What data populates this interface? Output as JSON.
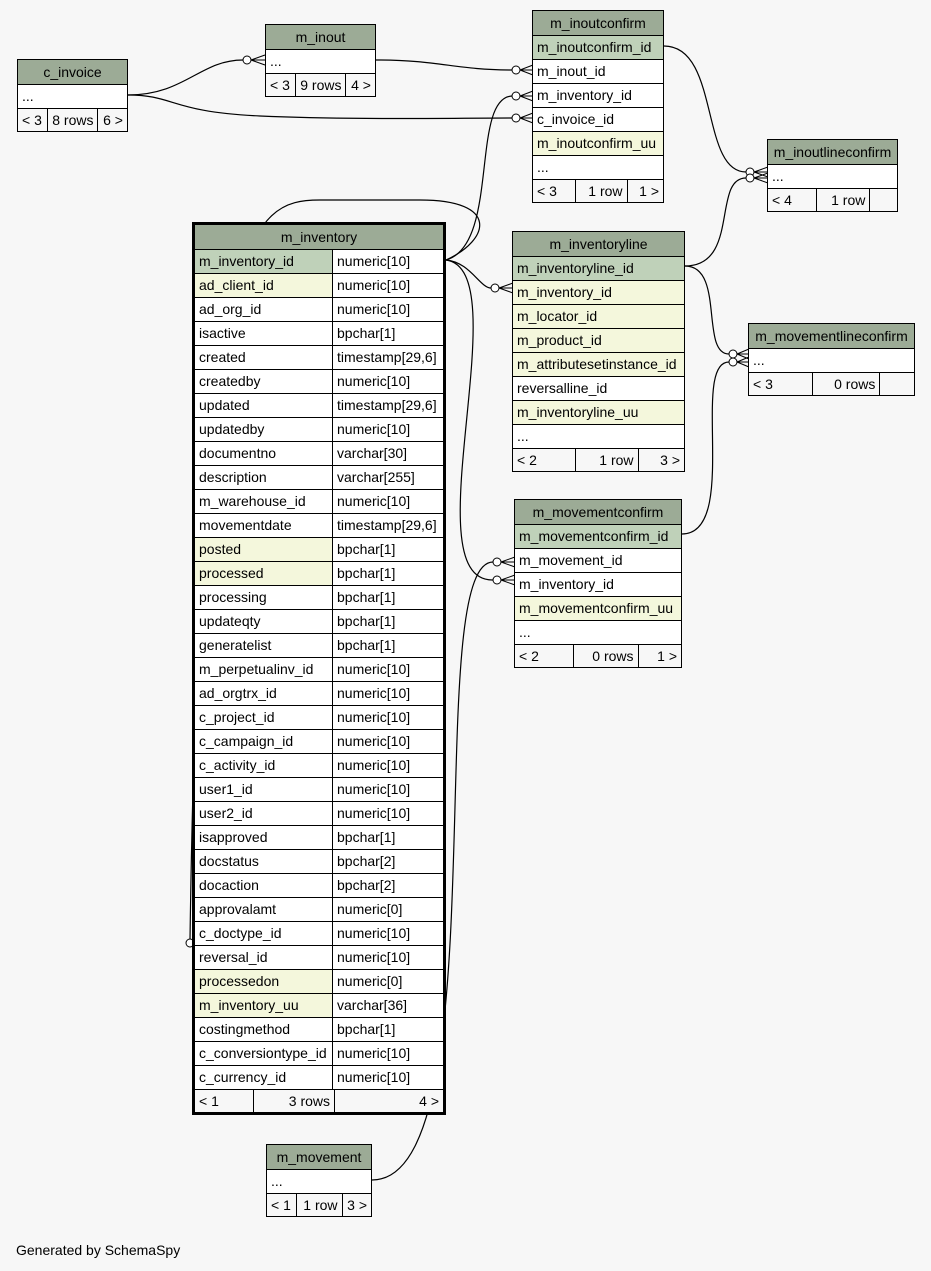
{
  "tables": [
    {
      "id": "c_invoice",
      "name": "c_invoice",
      "rows": [
        {
          "name": "...",
          "kind": "plain"
        }
      ],
      "footer": [
        "< 3",
        "8 rows",
        "6 >"
      ]
    },
    {
      "id": "m_inout",
      "name": "m_inout",
      "rows": [
        {
          "name": "...",
          "kind": "plain"
        }
      ],
      "footer": [
        "< 3",
        "9 rows",
        "4 >"
      ]
    },
    {
      "id": "m_inoutconfirm",
      "name": "m_inoutconfirm",
      "rows": [
        {
          "name": "m_inoutconfirm_id",
          "kind": "pk"
        },
        {
          "name": "m_inout_id",
          "kind": "plain"
        },
        {
          "name": "m_inventory_id",
          "kind": "plain"
        },
        {
          "name": "c_invoice_id",
          "kind": "plain"
        },
        {
          "name": "m_inoutconfirm_uu",
          "kind": "fk"
        },
        {
          "name": "...",
          "kind": "plain"
        }
      ],
      "footer": [
        "< 3",
        "1 row",
        "1 >"
      ]
    },
    {
      "id": "m_inoutlineconfirm",
      "name": "m_inoutlineconfirm",
      "rows": [
        {
          "name": "...",
          "kind": "plain"
        }
      ],
      "footer": [
        "< 4",
        "1 row",
        ""
      ]
    },
    {
      "id": "m_inventoryline",
      "name": "m_inventoryline",
      "rows": [
        {
          "name": "m_inventoryline_id",
          "kind": "pk"
        },
        {
          "name": "m_inventory_id",
          "kind": "fk"
        },
        {
          "name": "m_locator_id",
          "kind": "fk"
        },
        {
          "name": "m_product_id",
          "kind": "fk"
        },
        {
          "name": "m_attributesetinstance_id",
          "kind": "fk"
        },
        {
          "name": "reversalline_id",
          "kind": "plain"
        },
        {
          "name": "m_inventoryline_uu",
          "kind": "fk"
        },
        {
          "name": "...",
          "kind": "plain"
        }
      ],
      "footer": [
        "< 2",
        "1 row",
        "3 >"
      ]
    },
    {
      "id": "m_movementlineconfirm",
      "name": "m_movementlineconfirm",
      "rows": [
        {
          "name": "...",
          "kind": "plain"
        }
      ],
      "footer": [
        "< 3",
        "0 rows",
        ""
      ]
    },
    {
      "id": "m_movementconfirm",
      "name": "m_movementconfirm",
      "rows": [
        {
          "name": "m_movementconfirm_id",
          "kind": "pk"
        },
        {
          "name": "m_movement_id",
          "kind": "plain"
        },
        {
          "name": "m_inventory_id",
          "kind": "plain"
        },
        {
          "name": "m_movementconfirm_uu",
          "kind": "fk"
        },
        {
          "name": "...",
          "kind": "plain"
        }
      ],
      "footer": [
        "< 2",
        "0 rows",
        "1 >"
      ]
    },
    {
      "id": "m_movement",
      "name": "m_movement",
      "rows": [
        {
          "name": "...",
          "kind": "plain"
        }
      ],
      "footer": [
        "< 1",
        "1 row",
        "3 >"
      ]
    },
    {
      "id": "m_inventory",
      "name": "m_inventory",
      "main": true,
      "rows": [
        {
          "name": "m_inventory_id",
          "type": "numeric[10]",
          "kind": "pk"
        },
        {
          "name": "ad_client_id",
          "type": "numeric[10]",
          "kind": "fk"
        },
        {
          "name": "ad_org_id",
          "type": "numeric[10]",
          "kind": "plain"
        },
        {
          "name": "isactive",
          "type": "bpchar[1]",
          "kind": "plain"
        },
        {
          "name": "created",
          "type": "timestamp[29,6]",
          "kind": "plain"
        },
        {
          "name": "createdby",
          "type": "numeric[10]",
          "kind": "plain"
        },
        {
          "name": "updated",
          "type": "timestamp[29,6]",
          "kind": "plain"
        },
        {
          "name": "updatedby",
          "type": "numeric[10]",
          "kind": "plain"
        },
        {
          "name": "documentno",
          "type": "varchar[30]",
          "kind": "plain"
        },
        {
          "name": "description",
          "type": "varchar[255]",
          "kind": "plain"
        },
        {
          "name": "m_warehouse_id",
          "type": "numeric[10]",
          "kind": "plain"
        },
        {
          "name": "movementdate",
          "type": "timestamp[29,6]",
          "kind": "plain"
        },
        {
          "name": "posted",
          "type": "bpchar[1]",
          "kind": "fk"
        },
        {
          "name": "processed",
          "type": "bpchar[1]",
          "kind": "fk"
        },
        {
          "name": "processing",
          "type": "bpchar[1]",
          "kind": "plain"
        },
        {
          "name": "updateqty",
          "type": "bpchar[1]",
          "kind": "plain"
        },
        {
          "name": "generatelist",
          "type": "bpchar[1]",
          "kind": "plain"
        },
        {
          "name": "m_perpetualinv_id",
          "type": "numeric[10]",
          "kind": "plain"
        },
        {
          "name": "ad_orgtrx_id",
          "type": "numeric[10]",
          "kind": "plain"
        },
        {
          "name": "c_project_id",
          "type": "numeric[10]",
          "kind": "plain"
        },
        {
          "name": "c_campaign_id",
          "type": "numeric[10]",
          "kind": "plain"
        },
        {
          "name": "c_activity_id",
          "type": "numeric[10]",
          "kind": "plain"
        },
        {
          "name": "user1_id",
          "type": "numeric[10]",
          "kind": "plain"
        },
        {
          "name": "user2_id",
          "type": "numeric[10]",
          "kind": "plain"
        },
        {
          "name": "isapproved",
          "type": "bpchar[1]",
          "kind": "plain"
        },
        {
          "name": "docstatus",
          "type": "bpchar[2]",
          "kind": "plain"
        },
        {
          "name": "docaction",
          "type": "bpchar[2]",
          "kind": "plain"
        },
        {
          "name": "approvalamt",
          "type": "numeric[0]",
          "kind": "plain"
        },
        {
          "name": "c_doctype_id",
          "type": "numeric[10]",
          "kind": "plain"
        },
        {
          "name": "reversal_id",
          "type": "numeric[10]",
          "kind": "plain"
        },
        {
          "name": "processedon",
          "type": "numeric[0]",
          "kind": "fk"
        },
        {
          "name": "m_inventory_uu",
          "type": "varchar[36]",
          "kind": "fk"
        },
        {
          "name": "costingmethod",
          "type": "bpchar[1]",
          "kind": "plain"
        },
        {
          "name": "c_conversiontype_id",
          "type": "numeric[10]",
          "kind": "plain"
        },
        {
          "name": "c_currency_id",
          "type": "numeric[10]",
          "kind": "plain"
        }
      ],
      "footer": [
        "< 1",
        "3 rows",
        "4 >"
      ]
    }
  ],
  "footer_text": "Generated by SchemaSpy",
  "colors": {
    "header": "#9cab96",
    "primary_key": "#bfd1b9",
    "indexed": "#f4f7dc",
    "background": "#f7f7f7"
  }
}
